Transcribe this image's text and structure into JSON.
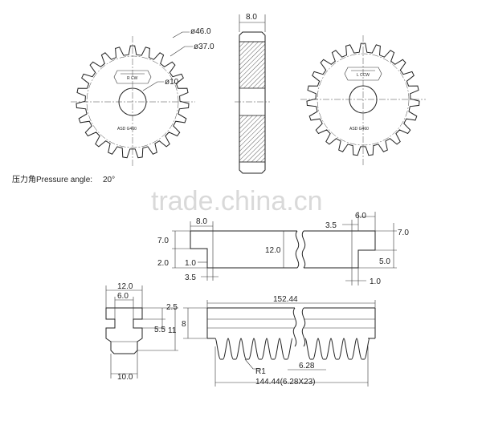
{
  "gear_left": {
    "outer_diameter": "ø46.0",
    "pitch_diameter": "ø37.0",
    "bore_diameter": "ø10",
    "direction": "R CW",
    "material": "ASD G460"
  },
  "gear_right": {
    "direction": "L CCW",
    "material": "ASD G460"
  },
  "gear_side": {
    "width": "8.0"
  },
  "pressure_angle": {
    "label": "压力角Pressure angle:",
    "value": "20°"
  },
  "watermark": "trade.china.cn",
  "rack_top": {
    "d_8_0": "8.0",
    "d_7_0_left": "7.0",
    "d_2_0": "2.0",
    "d_1_0_left": "1.0",
    "d_3_5_left": "3.5",
    "d_12_0": "12.0",
    "d_3_5_right": "3.5",
    "d_6_0": "6.0",
    "d_7_0_right": "7.0",
    "d_5_0": "5.0",
    "d_1_0_right": "1.0"
  },
  "rack_section": {
    "d_12_0": "12.0",
    "d_6_0": "6.0",
    "d_2_5": "2.5",
    "d_5_5": "5.5",
    "d_11": "11",
    "d_8": "8",
    "d_10_0": "10.0"
  },
  "rack_front": {
    "length": "152.44",
    "radius": "R1",
    "pitch": "6.28",
    "teeth_length": "144.44(6.28X23)"
  }
}
